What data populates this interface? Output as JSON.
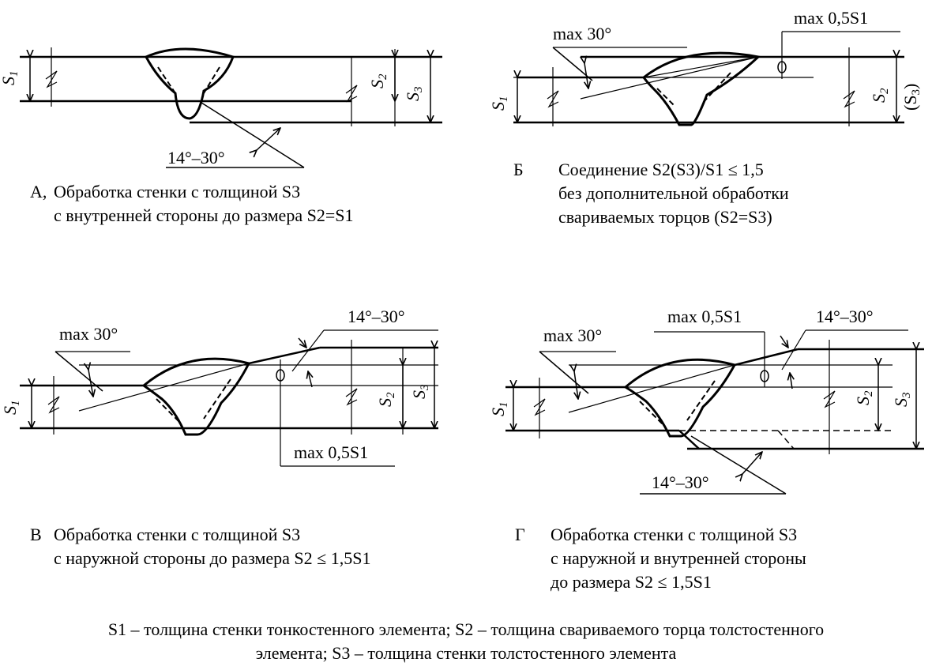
{
  "panels": {
    "a": {
      "letter": "А,",
      "lines": [
        "Обработка стенки с толщиной S3",
        "с внутренней стороны до размера S2=S1"
      ],
      "angle": "14°–30°",
      "dims": [
        "S1",
        "S2",
        "S3"
      ]
    },
    "b": {
      "letter": "Б",
      "lines": [
        "Соединение S2(S3)/S1 ≤ 1,5",
        "без дополнительной обработки",
        "свариваемых торцов (S2=S3)"
      ],
      "max_angle": "max 30°",
      "max_offset": "max 0,5S1",
      "dims": [
        "S1",
        "S2",
        "(S3)"
      ]
    },
    "v": {
      "letter": "В",
      "lines": [
        "Обработка стенки с толщиной S3",
        "с наружной стороны до размера S2 ≤ 1,5S1"
      ],
      "max_angle": "max 30°",
      "angle": "14°–30°",
      "max_offset": "max 0,5S1",
      "dims": [
        "S1",
        "S2",
        "S3"
      ]
    },
    "g": {
      "letter": "Г",
      "lines": [
        "Обработка стенки с толщиной S3",
        "с наружной и внутренней стороны",
        "до размера S2 ≤ 1,5S1"
      ],
      "max_angle": "max 30°",
      "max_offset": "max 0,5S1",
      "angle_top": "14°–30°",
      "angle_bottom": "14°–30°",
      "dims": [
        "S1",
        "S2",
        "S3"
      ]
    }
  },
  "legend": {
    "line1": "S1 – толщина стенки тонкостенного элемента; S2 – толщина свариваемого торца толстостенного",
    "line2": "элемента; S3 – толщина стенки толстостенного элемента"
  }
}
